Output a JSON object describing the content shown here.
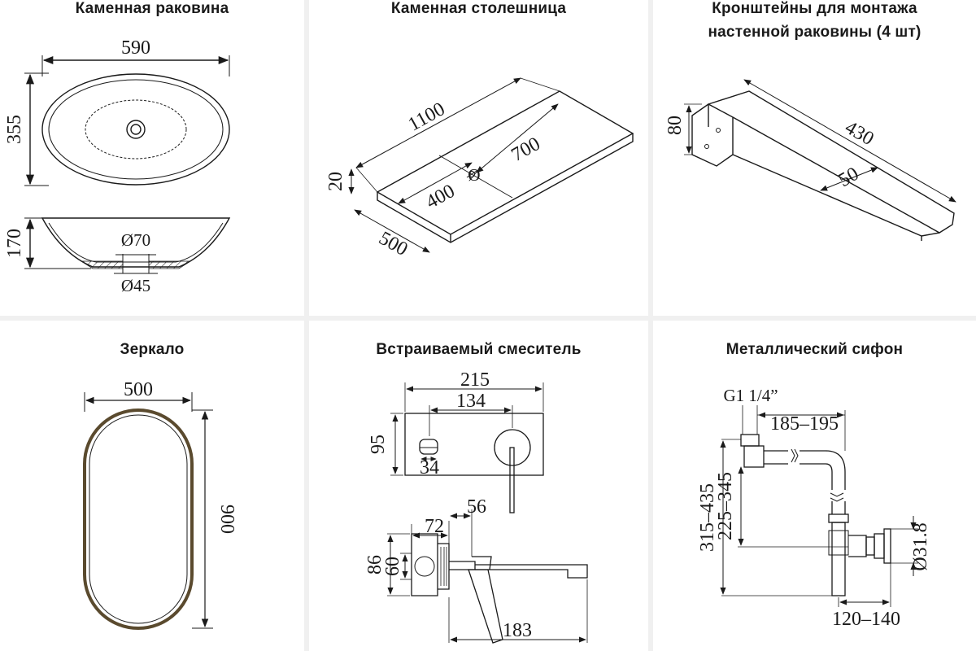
{
  "panels": {
    "sink": {
      "title": "Каменная раковина",
      "width": "590",
      "depth": "355",
      "height": "170",
      "drain_outer": "Ø70",
      "drain_inner": "Ø45"
    },
    "countertop": {
      "title": "Каменная столешница",
      "length": "1100",
      "offset": "700",
      "hole_pos": "400",
      "hole_symbol": "Ø",
      "depth": "500",
      "thickness": "20"
    },
    "brackets": {
      "title_line1": "Кронштейны для монтажа",
      "title_line2": "настенной раковины (4 шт)",
      "height": "80",
      "length": "430",
      "width": "50"
    },
    "mirror": {
      "title": "Зеркало",
      "width": "500",
      "height": "900"
    },
    "mixer": {
      "title": "Встраиваемый смеситель",
      "plate_width": "215",
      "center_distance": "134",
      "plate_height": "95",
      "handle_width": "34",
      "body_depth": "72",
      "spout_offset": "56",
      "body_height": "86",
      "body_diameter": "60",
      "spout_length": "183"
    },
    "siphon": {
      "title": "Металлический сифон",
      "thread": "G1 1/4”",
      "top_length": "185–195",
      "total_height": "315–435",
      "outlet_height": "225–345",
      "outlet_diameter": "Ø31.8",
      "bottom_length": "120–140"
    }
  },
  "colors": {
    "line": "#1a1a1a",
    "divider": "#f0f0f0",
    "mirror_frame": "#5a4a2e"
  }
}
